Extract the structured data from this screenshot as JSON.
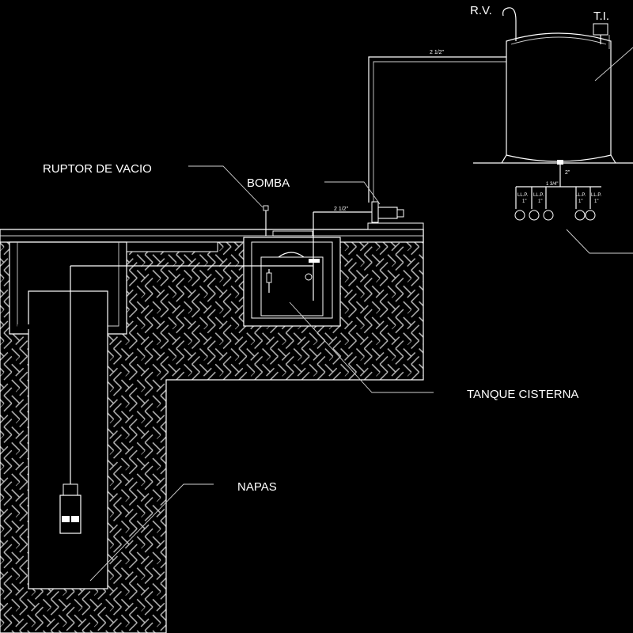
{
  "labels": {
    "rv": "R.V.",
    "ti": "T.I.",
    "ruptor": "RUPTOR DE VACIO",
    "bomba": "BOMBA",
    "tanque": "TANQUE CISTERNA",
    "napas": "NAPAS"
  },
  "dimensions": {
    "pipe_top": "2 1/2\"",
    "pipe_pump": "2 1/2\"",
    "pipe_down": "2\"",
    "manifold": "1 3/4\""
  },
  "outlets": [
    {
      "tag": "LL.P.",
      "size": "1\""
    },
    {
      "tag": "LL.P.",
      "size": "1\""
    },
    {
      "tag": "LL.P.",
      "size": "1\""
    },
    {
      "tag": "LL.P.",
      "size": "1\""
    }
  ],
  "colors": {
    "background": "#000000",
    "lines": "#ffffff",
    "hatch": "#bdbdbd"
  }
}
